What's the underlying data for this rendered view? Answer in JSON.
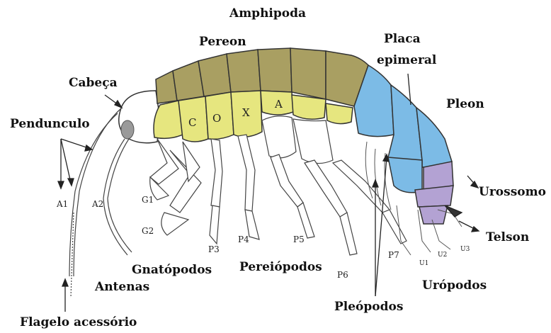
{
  "title": "Amphipoda",
  "labels": {
    "pereon": "Pereon",
    "cabeca": "Cabeça",
    "pendunculo": "Pendunculo",
    "placa": "Placa",
    "epimeral": "epimeral",
    "pleon": "Pleon",
    "urossomo": "Urossomo",
    "telson": "Telson",
    "gnatopodos": "Gnatópodos",
    "antenas": "Antenas",
    "pereiopodos": "Pereiópodos",
    "pleopodos": "Pleópodos",
    "uropodos": "Urópodos",
    "flagelo": "Flagelo acessório"
  },
  "small_labels": {
    "a1": "A1",
    "a2": "A2",
    "g1": "G1",
    "g2": "G2",
    "p3": "P3",
    "p4": "P4",
    "p5": "P5",
    "p6": "P6",
    "p7": "P7",
    "u1": "U1",
    "u2": "U2",
    "u3": "U3"
  },
  "coxa_letters": [
    "C",
    "O",
    "X",
    "A"
  ],
  "colors": {
    "pereon_dorsal": "#a99f62",
    "coxa": "#e6e67f",
    "pleon": "#7cbbe6",
    "urosome": "#b3a2d3",
    "outline": "#333333"
  }
}
